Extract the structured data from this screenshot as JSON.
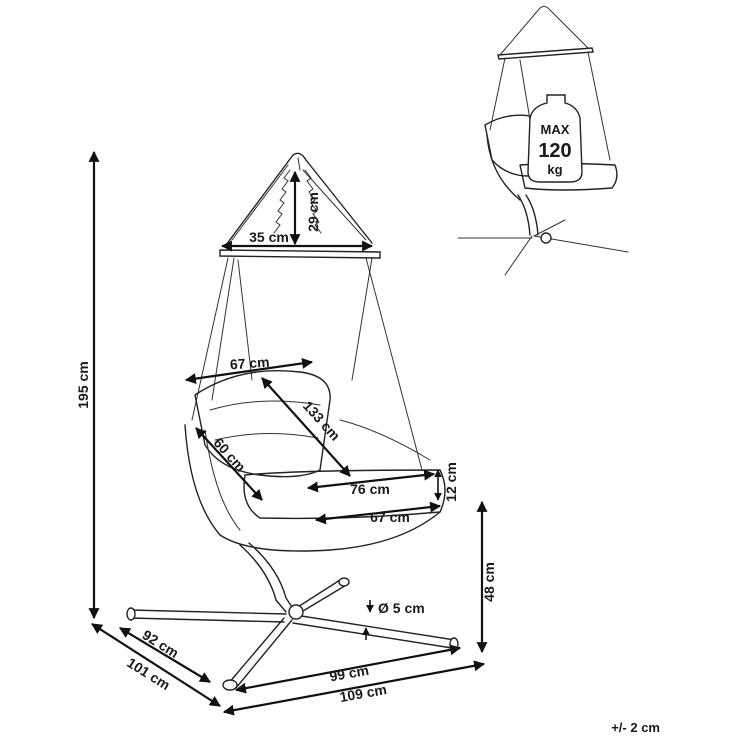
{
  "dimensions": {
    "total_height": "195 cm",
    "chain_width": "35 cm",
    "chain_height": "29 cm",
    "seat_width_top": "67 cm",
    "back_length": "133 cm",
    "side_depth": "60 cm",
    "seat_depth": "76 cm",
    "cushion_thickness": "12 cm",
    "seat_width_bottom": "67 cm",
    "base_height": "48 cm",
    "tube_diameter": "Ø 5 cm",
    "base_side_a": "92 cm",
    "base_side_b": "101 cm",
    "base_front_a": "99 cm",
    "base_front_b": "109 cm"
  },
  "badge": {
    "line1": "MAX",
    "line2": "120",
    "line3": "kg"
  },
  "tolerance": "+/- 2 cm",
  "colors": {
    "line": "#222222",
    "text": "#1a1a1a",
    "background": "#ffffff"
  }
}
